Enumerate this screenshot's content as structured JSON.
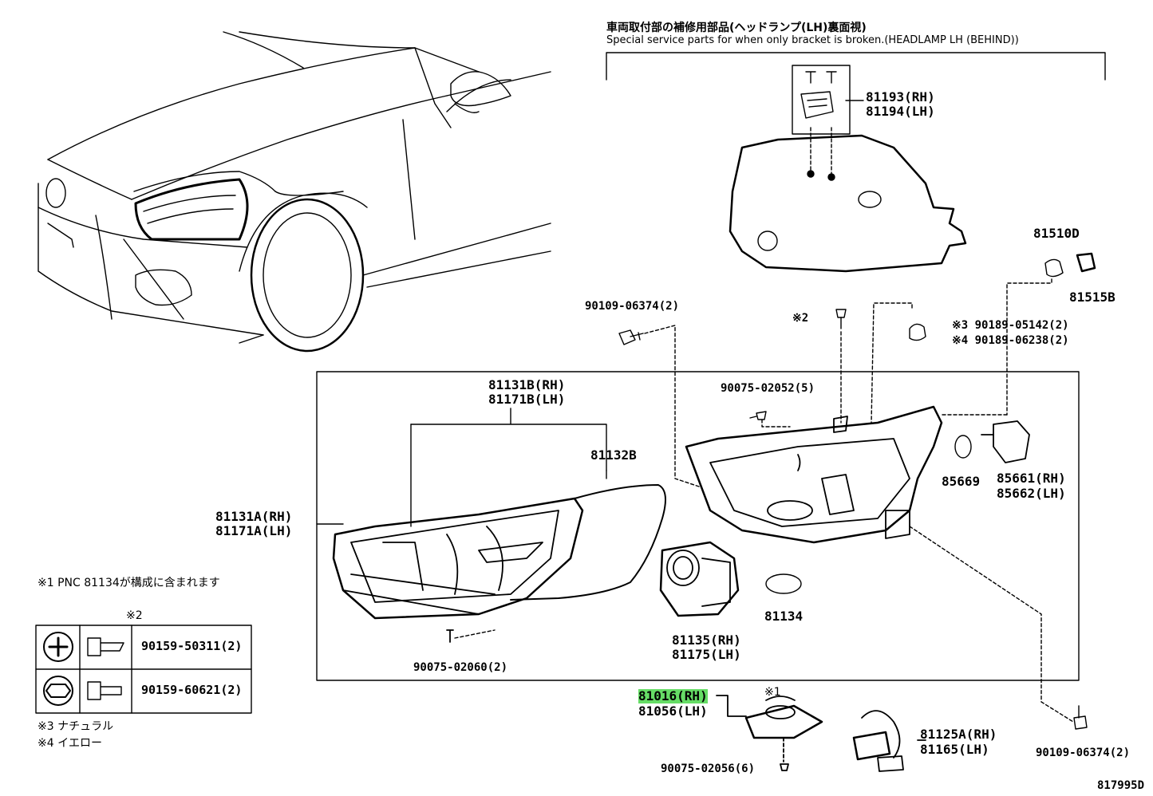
{
  "header": {
    "jp": "車両取付部の補修用部品(ヘッドランプ(LH)裏面視)",
    "en": "Special service parts for when only bracket is broken.(HEADLAMP LH (BEHIND))"
  },
  "parts": {
    "p81193": "81193(RH)",
    "p81194": "81194(LH)",
    "p81510D": "81510D",
    "p81515B": "81515B",
    "p90109a": "90109-06374(2)",
    "s2": "※2",
    "s3": "※3 90189-05142(2)",
    "s4": "※4 90189-06238(2)",
    "p81131B": "81131B(RH)",
    "p81171B": "81171B(LH)",
    "p90075_02052": "90075-02052(5)",
    "p81132B": "81132B",
    "p85669": "85669",
    "p85661": "85661(RH)",
    "p85662": "85662(LH)",
    "p81131A": "81131A(RH)",
    "p81171A": "81171A(LH)",
    "p81134": "81134",
    "p81135": "81135(RH)",
    "p81175": "81175(LH)",
    "p90075_02060": "90075-02060(2)",
    "p81016": "81016(RH)",
    "p81056": "81056(LH)",
    "s1": "※1",
    "p81125A": "81125A(RH)",
    "p81165": "81165(LH)",
    "p90075_02056": "90075-02056(6)",
    "p90109b": "90109-06374(2)",
    "code": "817995D"
  },
  "notes": {
    "n1": "※1 PNC 81134が構成に含まれます",
    "table_head": "※2",
    "row1": "90159-50311(2)",
    "row2": "90159-60621(2)",
    "n3": "※3  ナチュラル",
    "n4": "※4  イエロー"
  },
  "colors": {
    "highlight": "#66dd66",
    "line": "#000000"
  }
}
